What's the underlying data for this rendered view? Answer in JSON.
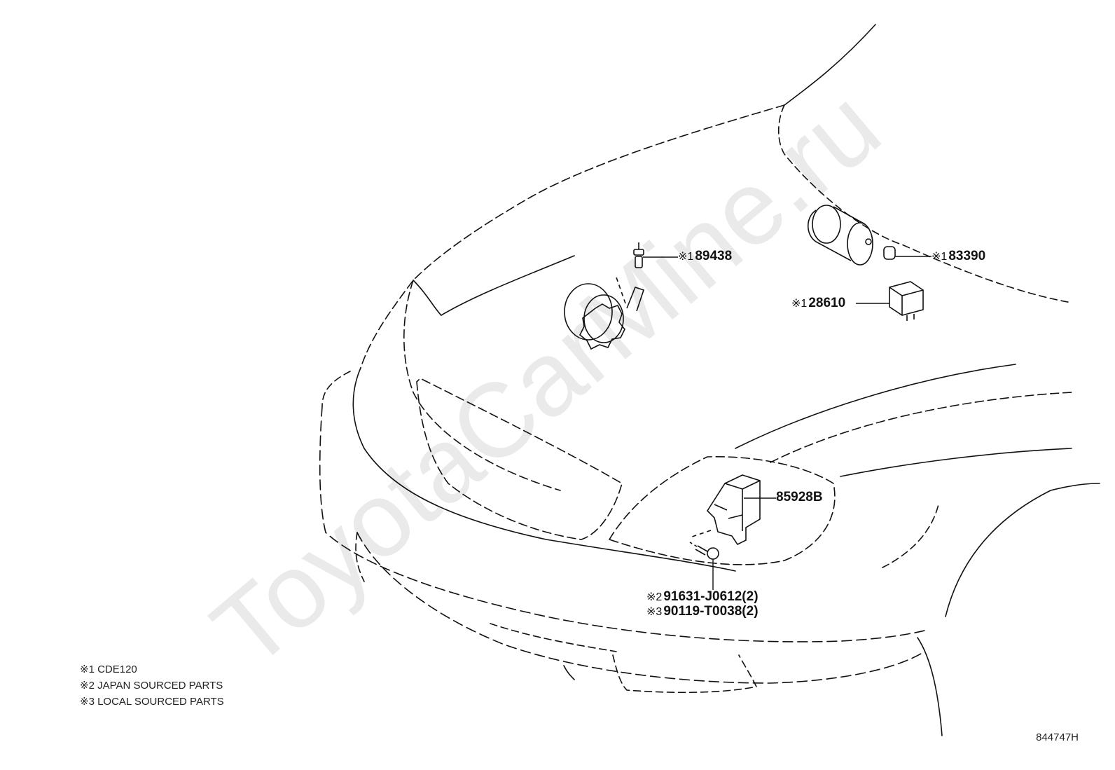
{
  "callouts": [
    {
      "marker": "※1",
      "part": "89438"
    },
    {
      "marker": "※1",
      "part": "83390"
    },
    {
      "marker": "※1",
      "part": "28610"
    },
    {
      "marker": "",
      "part": "85928B"
    },
    {
      "marker": "※2",
      "part": "91631-J0612(2)"
    },
    {
      "marker": "※3",
      "part": "90119-T0038(2)"
    }
  ],
  "notes": [
    "※1 CDE120",
    "※2 JAPAN SOURCED PARTS",
    "※3 LOCAL SOURCED PARTS"
  ],
  "diagram_code": "844747H",
  "watermark": "ToyotaCarMine.ru"
}
